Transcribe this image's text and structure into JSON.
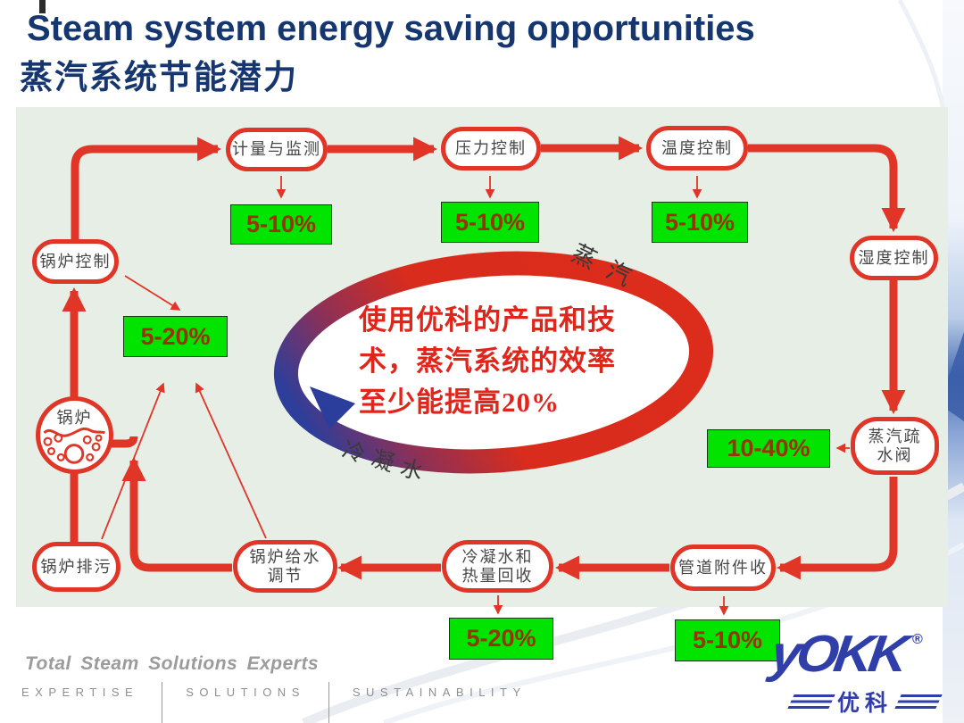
{
  "header": {
    "title_en": "Steam system energy saving opportunities",
    "title_zh": "蒸汽系统节能潜力"
  },
  "diagram": {
    "nodes": {
      "boiler_control": "锅炉控制",
      "metering": "计量与监测",
      "pressure_control": "压力控制",
      "temperature_control": "温度控制",
      "humidity_control": "湿度控制",
      "steam_trap_line1": "蒸汽疏",
      "steam_trap_line2": "水阀",
      "boiler": "锅炉",
      "boiler_blowdown": "锅炉排污",
      "feedwater_line1": "锅炉给水",
      "feedwater_line2": "调节",
      "condensate_recovery_line1": "冷凝水和",
      "condensate_recovery_line2": "热量回收",
      "pipe_fittings": "管道附件收"
    },
    "savings": {
      "metering": "5-10%",
      "pressure": "5-10%",
      "temperature": "5-10%",
      "boiler_group": "5-20%",
      "steam_trap": "10-40%",
      "condensate_recovery": "5-20%",
      "pipe_fittings": "5-10%"
    },
    "flow_labels": {
      "steam": "蒸汽",
      "condensate": "冷凝水"
    },
    "center_message": {
      "line1": "使用优科的产品和技",
      "line2": "术，蒸汽系统的效率",
      "line3": "至少能提高20%"
    }
  },
  "footer": {
    "tagline": "Total Steam Solutions Experts",
    "word1": "EXPERTISE",
    "word2": "SOLUTIONS",
    "word3": "SUSTAINABILITY"
  },
  "logo": {
    "wordmark": "yOKK",
    "registered": "®",
    "chinese": "优科"
  },
  "colors": {
    "pipe_red": "#e03527",
    "panel_green": "#e7eee6",
    "save_green": "#00e400",
    "save_text": "#993300",
    "title_navy": "#16366f",
    "logo_blue": "#2f3ea8",
    "ring_blue": "#2c3e9c"
  }
}
